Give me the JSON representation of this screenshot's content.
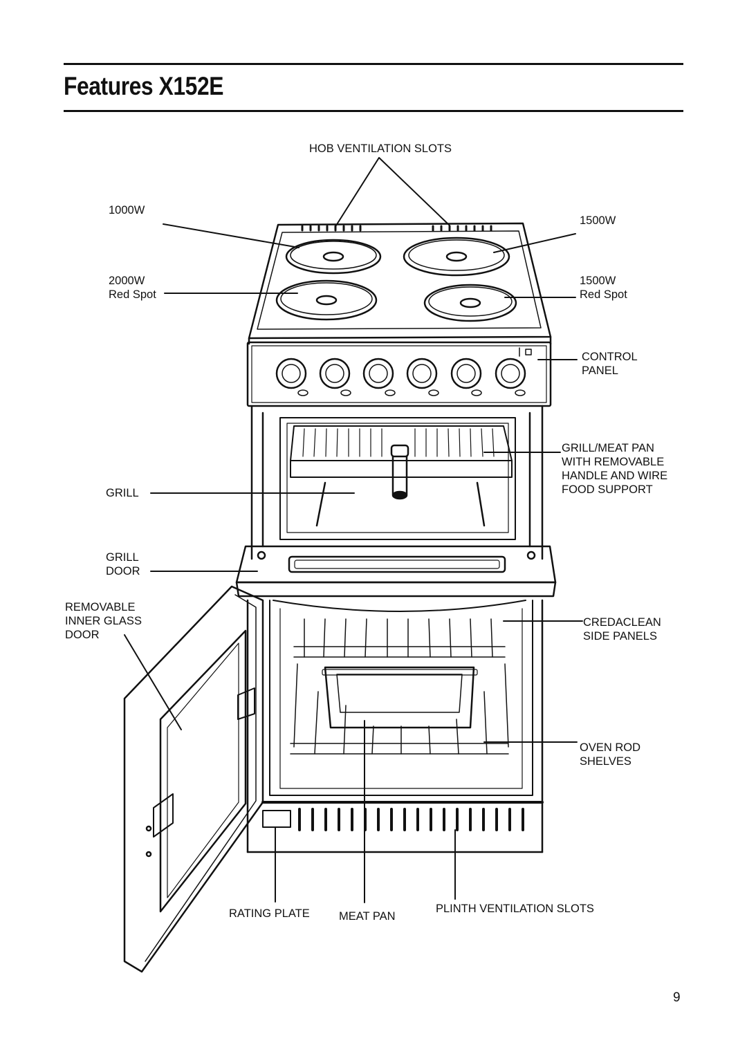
{
  "page": {
    "title": "Features X152E",
    "page_number": "9"
  },
  "labels": {
    "hob_ventilation_slots": "HOB VENTILATION SLOTS",
    "plate_top_left": "1000W",
    "plate_top_right": "1500W",
    "plate_bottom_left": "2000W\nRed Spot",
    "plate_bottom_right": "1500W\nRed Spot",
    "control_panel": "CONTROL\nPANEL",
    "grill_meat_pan": "GRILL/MEAT PAN\nWITH REMOVABLE\nHANDLE AND WIRE\nFOOD SUPPORT",
    "grill": "GRILL",
    "grill_door": "GRILL\nDOOR",
    "removable_inner_glass_door": "REMOVABLE\nINNER GLASS\nDOOR",
    "credaclean_side_panels": "CREDACLEAN\nSIDE PANELS",
    "oven_rod_shelves": "OVEN ROD\nSHELVES",
    "rating_plate": "RATING PLATE",
    "meat_pan": "MEAT PAN",
    "plinth_ventilation_slots": "PLINTH VENTILATION SLOTS"
  }
}
